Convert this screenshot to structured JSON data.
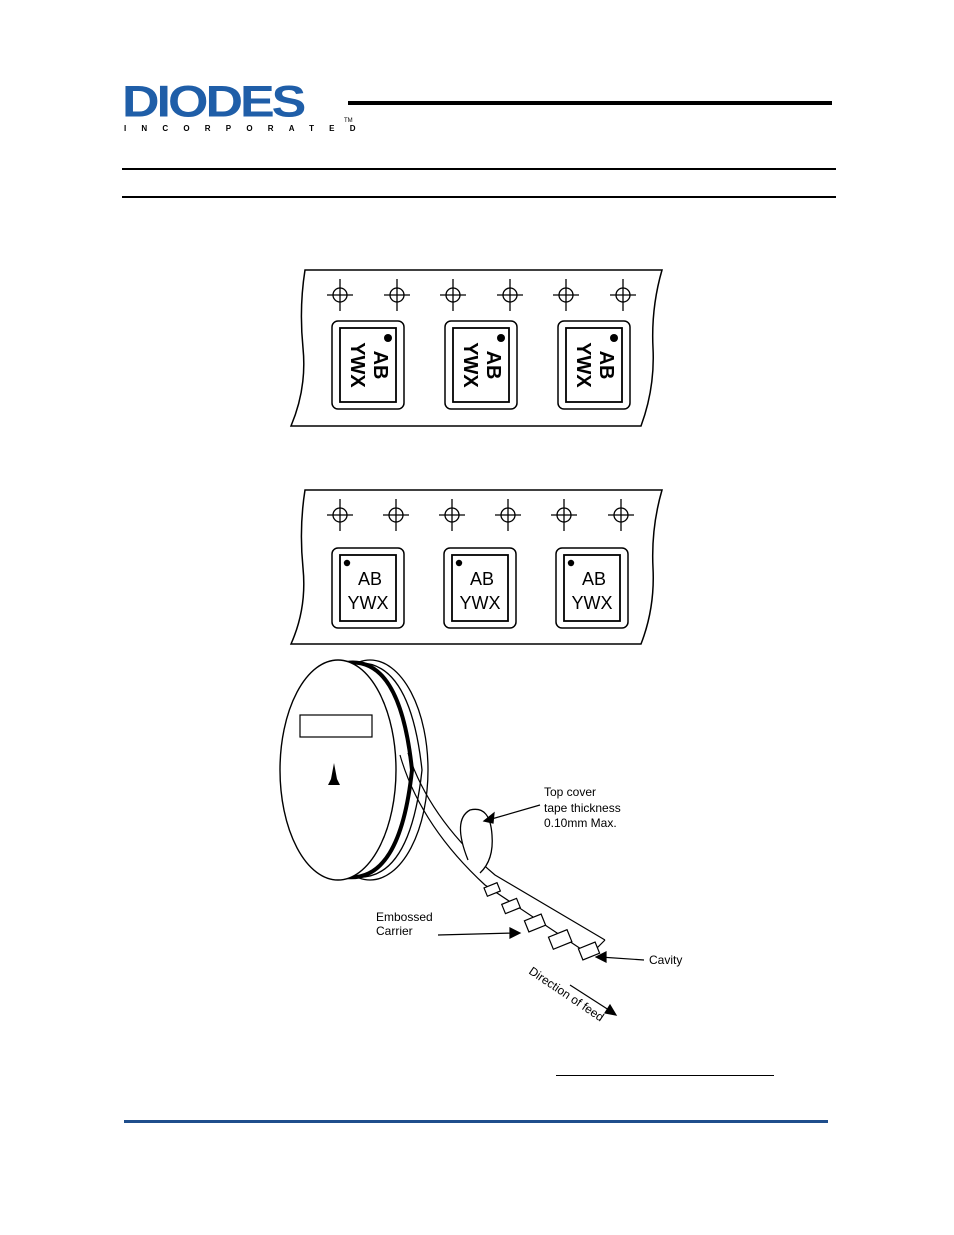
{
  "logo": {
    "wordmark": "DIODES",
    "subtitle": "INCORPORATED",
    "trademark": "TM"
  },
  "colors": {
    "brand_blue": "#1f5ea8",
    "footer_rule": "#1f4e8c"
  },
  "tape_marking_rotated": {
    "line1": "AB",
    "line2": "YWX",
    "count": 3
  },
  "tape_marking_upright": {
    "line1": "AB",
    "line2": "YWX",
    "count": 3
  },
  "reel_diagram": {
    "cover_label_1": "Top cover",
    "cover_label_2": "tape thickness",
    "cover_label_3": "0.10mm Max.",
    "carrier_label_1": "Embossed",
    "carrier_label_2": "Carrier",
    "cavity_label": "Cavity",
    "feed_label": "Direction of feed"
  }
}
